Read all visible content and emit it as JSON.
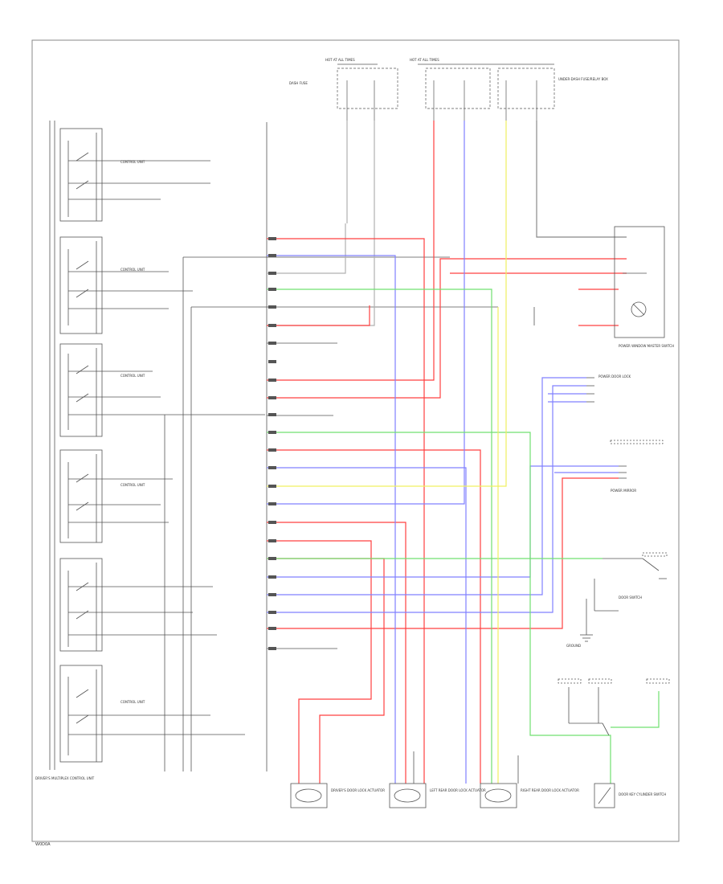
{
  "figure_code": "W0D0A",
  "colors": {
    "red": "#ff4040",
    "purple": "#8080ff",
    "green": "#70e070",
    "yellow": "#f0f060",
    "gray": "#b0b0b0",
    "outline": "#555555"
  },
  "top_labels": {
    "hot_at_all_times_1": "HOT AT ALL TIMES",
    "hot_at_all_times_2": "HOT AT ALL TIMES",
    "fuse_box_note": "DASH FUSE",
    "fuse_box_note_right": "UNDER-DASH FUSE/RELAY BOX"
  },
  "left_module": {
    "name": "DRIVER'S MULTIPLEX CONTROL UNIT",
    "sections": [
      {
        "title": "",
        "label": "CONTROL UNIT"
      },
      {
        "title": "",
        "label": "CONTROL UNIT"
      },
      {
        "title": "",
        "label": "CONTROL UNIT"
      },
      {
        "title": "",
        "label": "CONTROL UNIT"
      },
      {
        "title": "",
        "label": ""
      },
      {
        "title": "",
        "label": "CONTROL UNIT"
      }
    ]
  },
  "right_components": {
    "lamp_unit": "POWER WINDOW MASTER SWITCH",
    "motor_block_1": "POWER DOOR LOCK",
    "motor_block_2": "POWER MIRROR",
    "switch_block": "DOOR SWITCH",
    "ground_label": "GROUND"
  },
  "bottom_components": {
    "actuator_1": "DRIVER'S DOOR LOCK ACTUATOR",
    "actuator_2": "LEFT REAR DOOR LOCK ACTUATOR",
    "actuator_3": "RIGHT REAR DOOR LOCK ACTUATOR",
    "actuator_4": "DOOR KEY CYLINDER SWITCH"
  }
}
